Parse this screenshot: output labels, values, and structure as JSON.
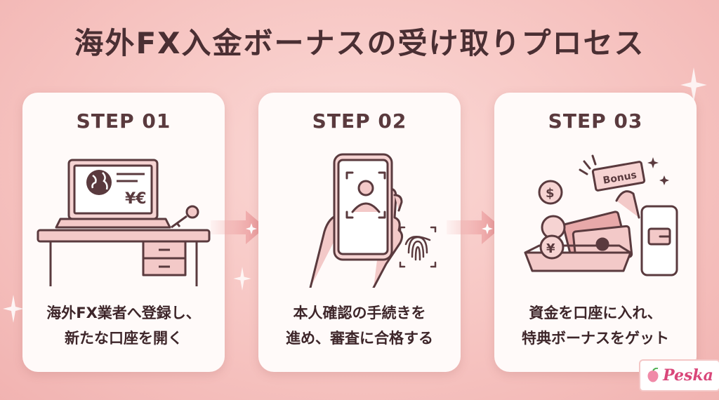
{
  "title": "海外FX入金ボーナスの受け取りプロセス",
  "steps": [
    {
      "label": "STEP 01",
      "desc_line1": "海外FX業者へ登録し、",
      "desc_line2": "新たな口座を開く",
      "currency_text": "¥€"
    },
    {
      "label": "STEP 02",
      "desc_line1": "本人確認の手続きを",
      "desc_line2": "進め、審査に合格する"
    },
    {
      "label": "STEP 03",
      "desc_line1": "資金を口座に入れ、",
      "desc_line2": "特典ボーナスをゲット",
      "ticket_text": "Bonus",
      "coin_dollar": "$",
      "coin_yen": "¥"
    }
  ],
  "logo": {
    "text": "Peska"
  },
  "colors": {
    "background": "#f6c3c0",
    "card": "#fffaf9",
    "line": "#5a3a3e",
    "accent": "#e9a7a8"
  }
}
